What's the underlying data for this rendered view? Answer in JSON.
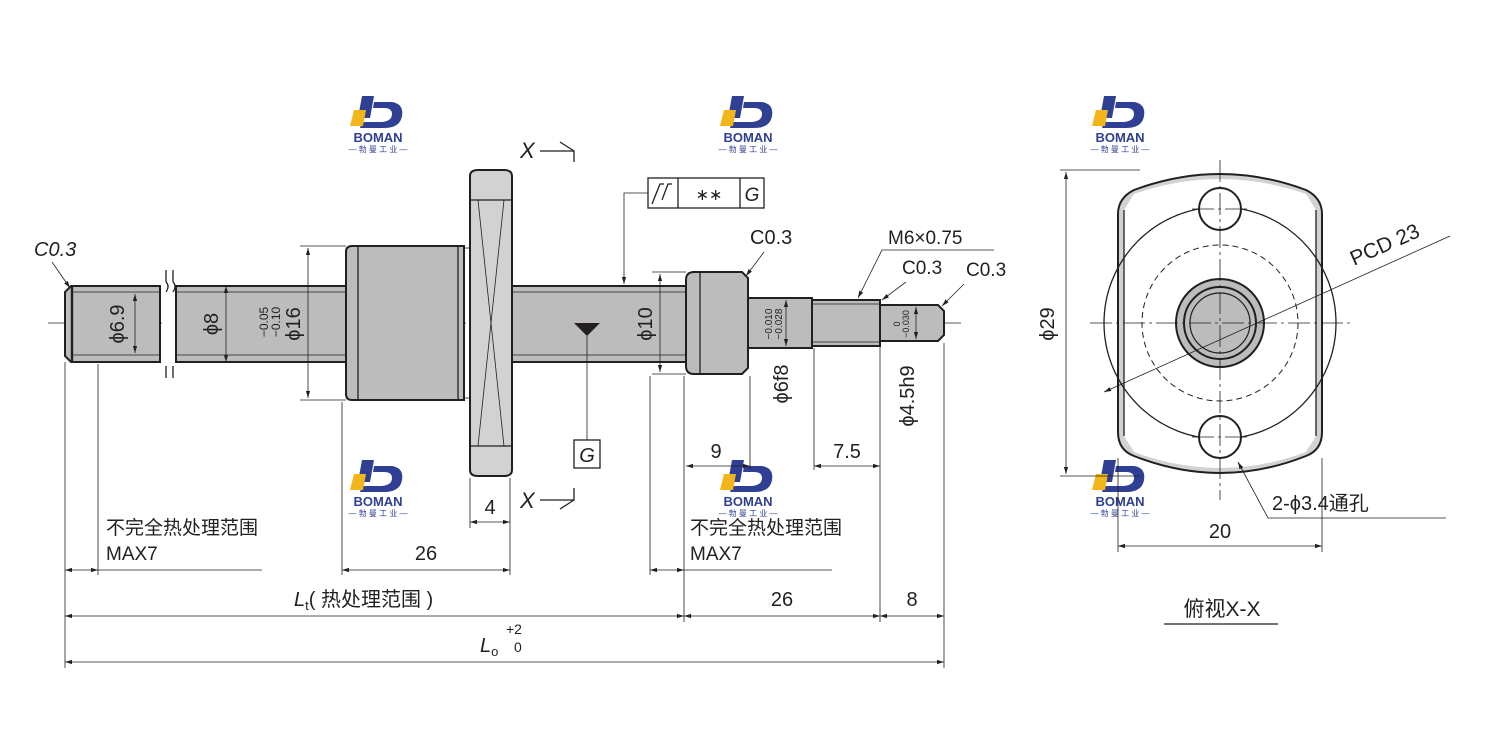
{
  "labels": {
    "c03_left": "C0.3",
    "c03_mid": "C0.3",
    "c03_r1": "C0.3",
    "c03_r2": "C0.3",
    "m6": "M6×0.75",
    "pcd": "PCD 23",
    "phi29": "ϕ29",
    "holes": "2-ϕ3.4通孔",
    "dim20": "20",
    "view_title": "俯视X-X",
    "section_x_top": "X",
    "section_x_bot": "X",
    "datum_g": "G",
    "fcf_tol": "∗∗",
    "fcf_datum": "G",
    "phi69": "ϕ6.9",
    "phi8": "ϕ8",
    "phi16": "ϕ16",
    "tol16_a": "−0.05",
    "tol16_b": "−0.10",
    "phi10": "ϕ10",
    "phi6f8": "ϕ6f8",
    "tol6_a": "−0.010",
    "tol6_b": "−0.028",
    "phi45h9": "ϕ4.5h9",
    "tol45_a": "0",
    "tol45_b": "−0.030",
    "dim4": "4",
    "dim26_left": "26",
    "dim9": "9",
    "dim75": "7.5",
    "dim26_right": "26",
    "dim8": "8",
    "heat_left_1": "不完全热处理范围",
    "heat_left_2": "MAX7",
    "heat_right_1": "不完全热处理范围",
    "heat_right_2": "MAX7",
    "lt_sym": "L",
    "lt_sub": "t",
    "lt_text": "( 热处理范围 )",
    "lo_sym": "L",
    "lo_sub": "o",
    "lo_tol_up": "+2",
    "lo_tol_dn": "0"
  },
  "logo": {
    "name": "BOMAN",
    "sub": "— 勃 曼 工 业 —",
    "colors": {
      "blue": "#2f3f93",
      "gold": "#f2b61b"
    }
  },
  "colors": {
    "ink": "#231f20",
    "body_fill": "#bcbcbc"
  }
}
